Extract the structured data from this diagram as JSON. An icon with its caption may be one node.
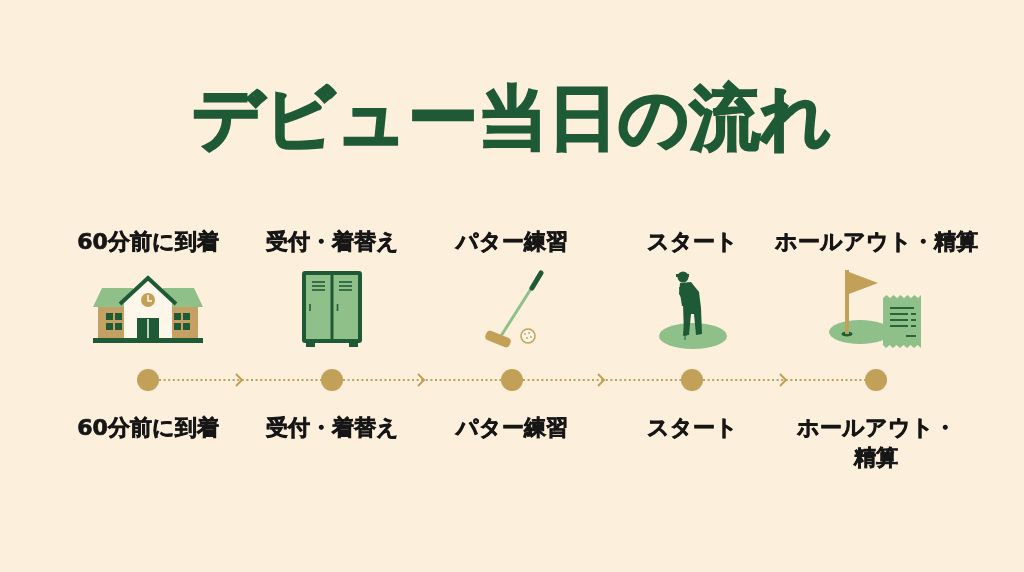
{
  "diagram": {
    "title": "デビュー当日の流れ",
    "nodes": [
      {
        "text": [],
        "shape": "circle",
        "beside": [
          "60分前に到着"
        ]
      },
      {
        "text": [],
        "shape": "circle",
        "beside": [
          "受付・着替え"
        ]
      },
      {
        "text": [],
        "shape": "circle",
        "beside": [
          "パター練習"
        ]
      },
      {
        "text": [],
        "shape": "circle",
        "beside": [
          "スタート"
        ]
      },
      {
        "text": [],
        "shape": "circle",
        "beside": [
          "ホールアウト・精算"
        ]
      }
    ],
    "edges": [
      {
        "from": 0,
        "to": 1,
        "arrow": "to",
        "style": "dashed"
      },
      {
        "from": 1,
        "to": 2,
        "arrow": "to",
        "style": "dashed"
      },
      {
        "from": 2,
        "to": 3,
        "arrow": "to",
        "style": "dashed"
      },
      {
        "from": 3,
        "to": 4,
        "arrow": "to",
        "style": "dashed"
      }
    ],
    "labels": [
      "60分前に到着",
      "受付・着替え",
      "パター練習",
      "スタート",
      "ホールアウト・精算"
    ]
  }
}
